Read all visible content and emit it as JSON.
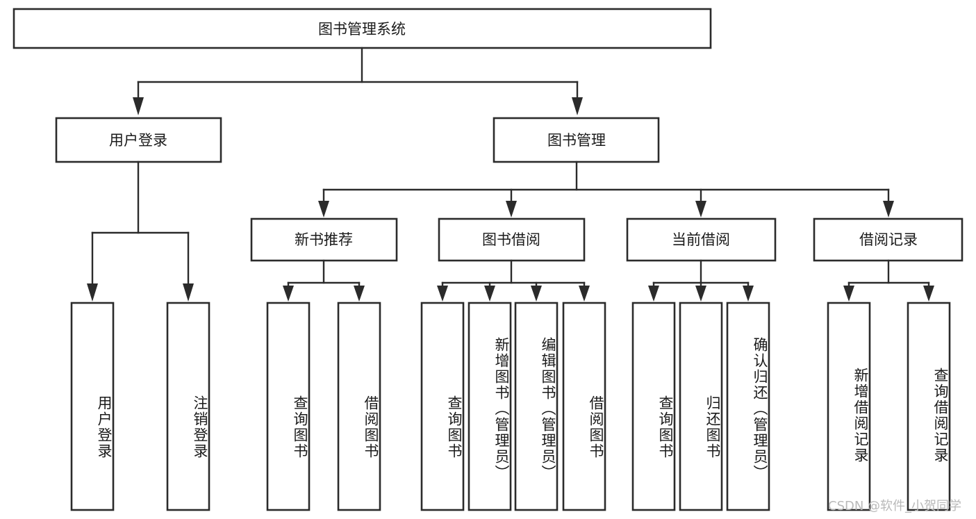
{
  "diagram": {
    "type": "tree",
    "title": "图书管理系统",
    "orientation": "top-down",
    "colors": {
      "background": "#ffffff",
      "box_fill": "#ffffff",
      "box_stroke": "#2b2b2b",
      "connector": "#2b2b2b",
      "text": "#1a1a1a",
      "watermark": "#b9b9b9"
    },
    "root": {
      "label": "图书管理系统"
    },
    "level1": [
      {
        "label": "用户登录"
      },
      {
        "label": "图书管理"
      }
    ],
    "level2": [
      {
        "label": "新书推荐"
      },
      {
        "label": "图书借阅"
      },
      {
        "label": "当前借阅"
      },
      {
        "label": "借阅记录"
      }
    ],
    "leaves": {
      "user_login": [
        {
          "label": "用户登录"
        },
        {
          "label": "注销登录"
        }
      ],
      "new_book_recommend": [
        {
          "label": "查询图书"
        },
        {
          "label": "借阅图书"
        }
      ],
      "book_borrow": [
        {
          "label": "查询图书"
        },
        {
          "label": "新增图书（管理员）"
        },
        {
          "label": "编辑图书（管理员）"
        },
        {
          "label": "借阅图书"
        }
      ],
      "current_borrow": [
        {
          "label": "查询图书"
        },
        {
          "label": "归还图书"
        },
        {
          "label": "确认归还（管理员）"
        }
      ],
      "borrow_record": [
        {
          "label": "新增借阅记录"
        },
        {
          "label": "查询借阅记录"
        }
      ]
    }
  },
  "watermark": {
    "text": "CSDN @软件_小贺同学"
  }
}
